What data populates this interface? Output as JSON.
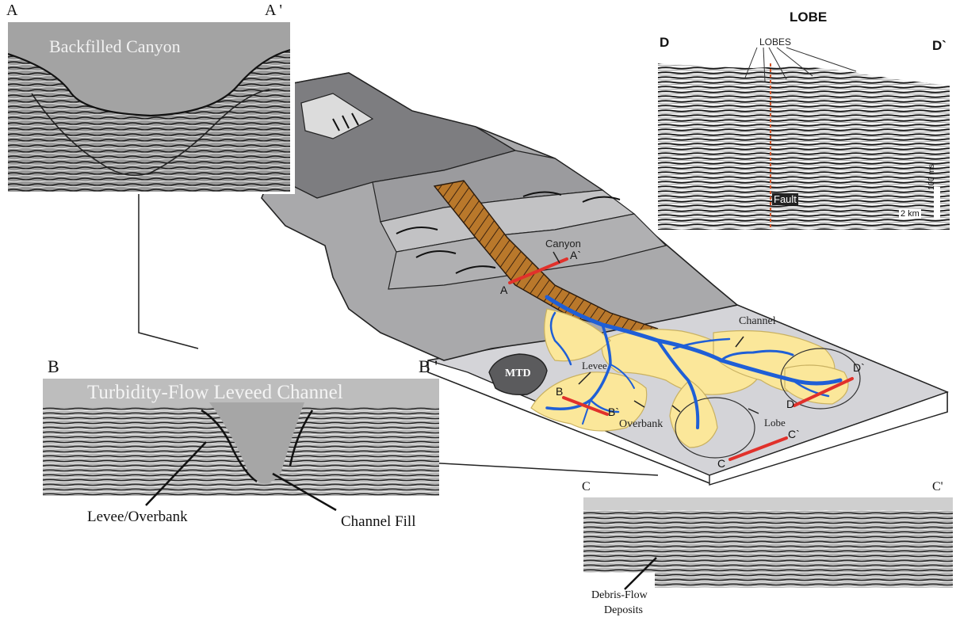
{
  "panel_a": {
    "left_label": "A",
    "right_label": "A '",
    "title": "Backfilled Canyon"
  },
  "panel_b": {
    "left_label": "B",
    "right_label": "B '",
    "title": "Turbidity-Flow Leveed Channel",
    "annotation_levee": "Levee/Overbank",
    "annotation_fill": "Channel Fill"
  },
  "panel_c": {
    "left_label": "C",
    "right_label": "C'",
    "annotation_debris_line1": "Debris-Flow",
    "annotation_debris_line2": "Deposits"
  },
  "panel_d": {
    "heading": "LOBE",
    "left_label": "D",
    "right_label": "D`",
    "lobes_label": "LOBES",
    "fault_label": "Fault",
    "scale_horizontal": "2 km",
    "scale_vertical": "100 ms"
  },
  "block_diagram": {
    "canyon_label": "Canyon",
    "a_left": "A",
    "a_right": "A`",
    "mtd_label": "MTD",
    "levee_label": "Levee",
    "channel_label": "Channel",
    "overbank_label": "Overbank",
    "lobe_label": "Lobe",
    "b_left": "B",
    "b_right": "B`",
    "c_left": "C",
    "c_right": "C`",
    "d_left": "D",
    "d_right": "D`"
  },
  "colors": {
    "channel_blue": "#1f5fd6",
    "section_red": "#e1312b",
    "fan_yellow": "#fbe79a",
    "canyon_brown": "#b9782b",
    "slope_gray": "#a9a9ab",
    "basin_gray": "#d4d4d8"
  }
}
